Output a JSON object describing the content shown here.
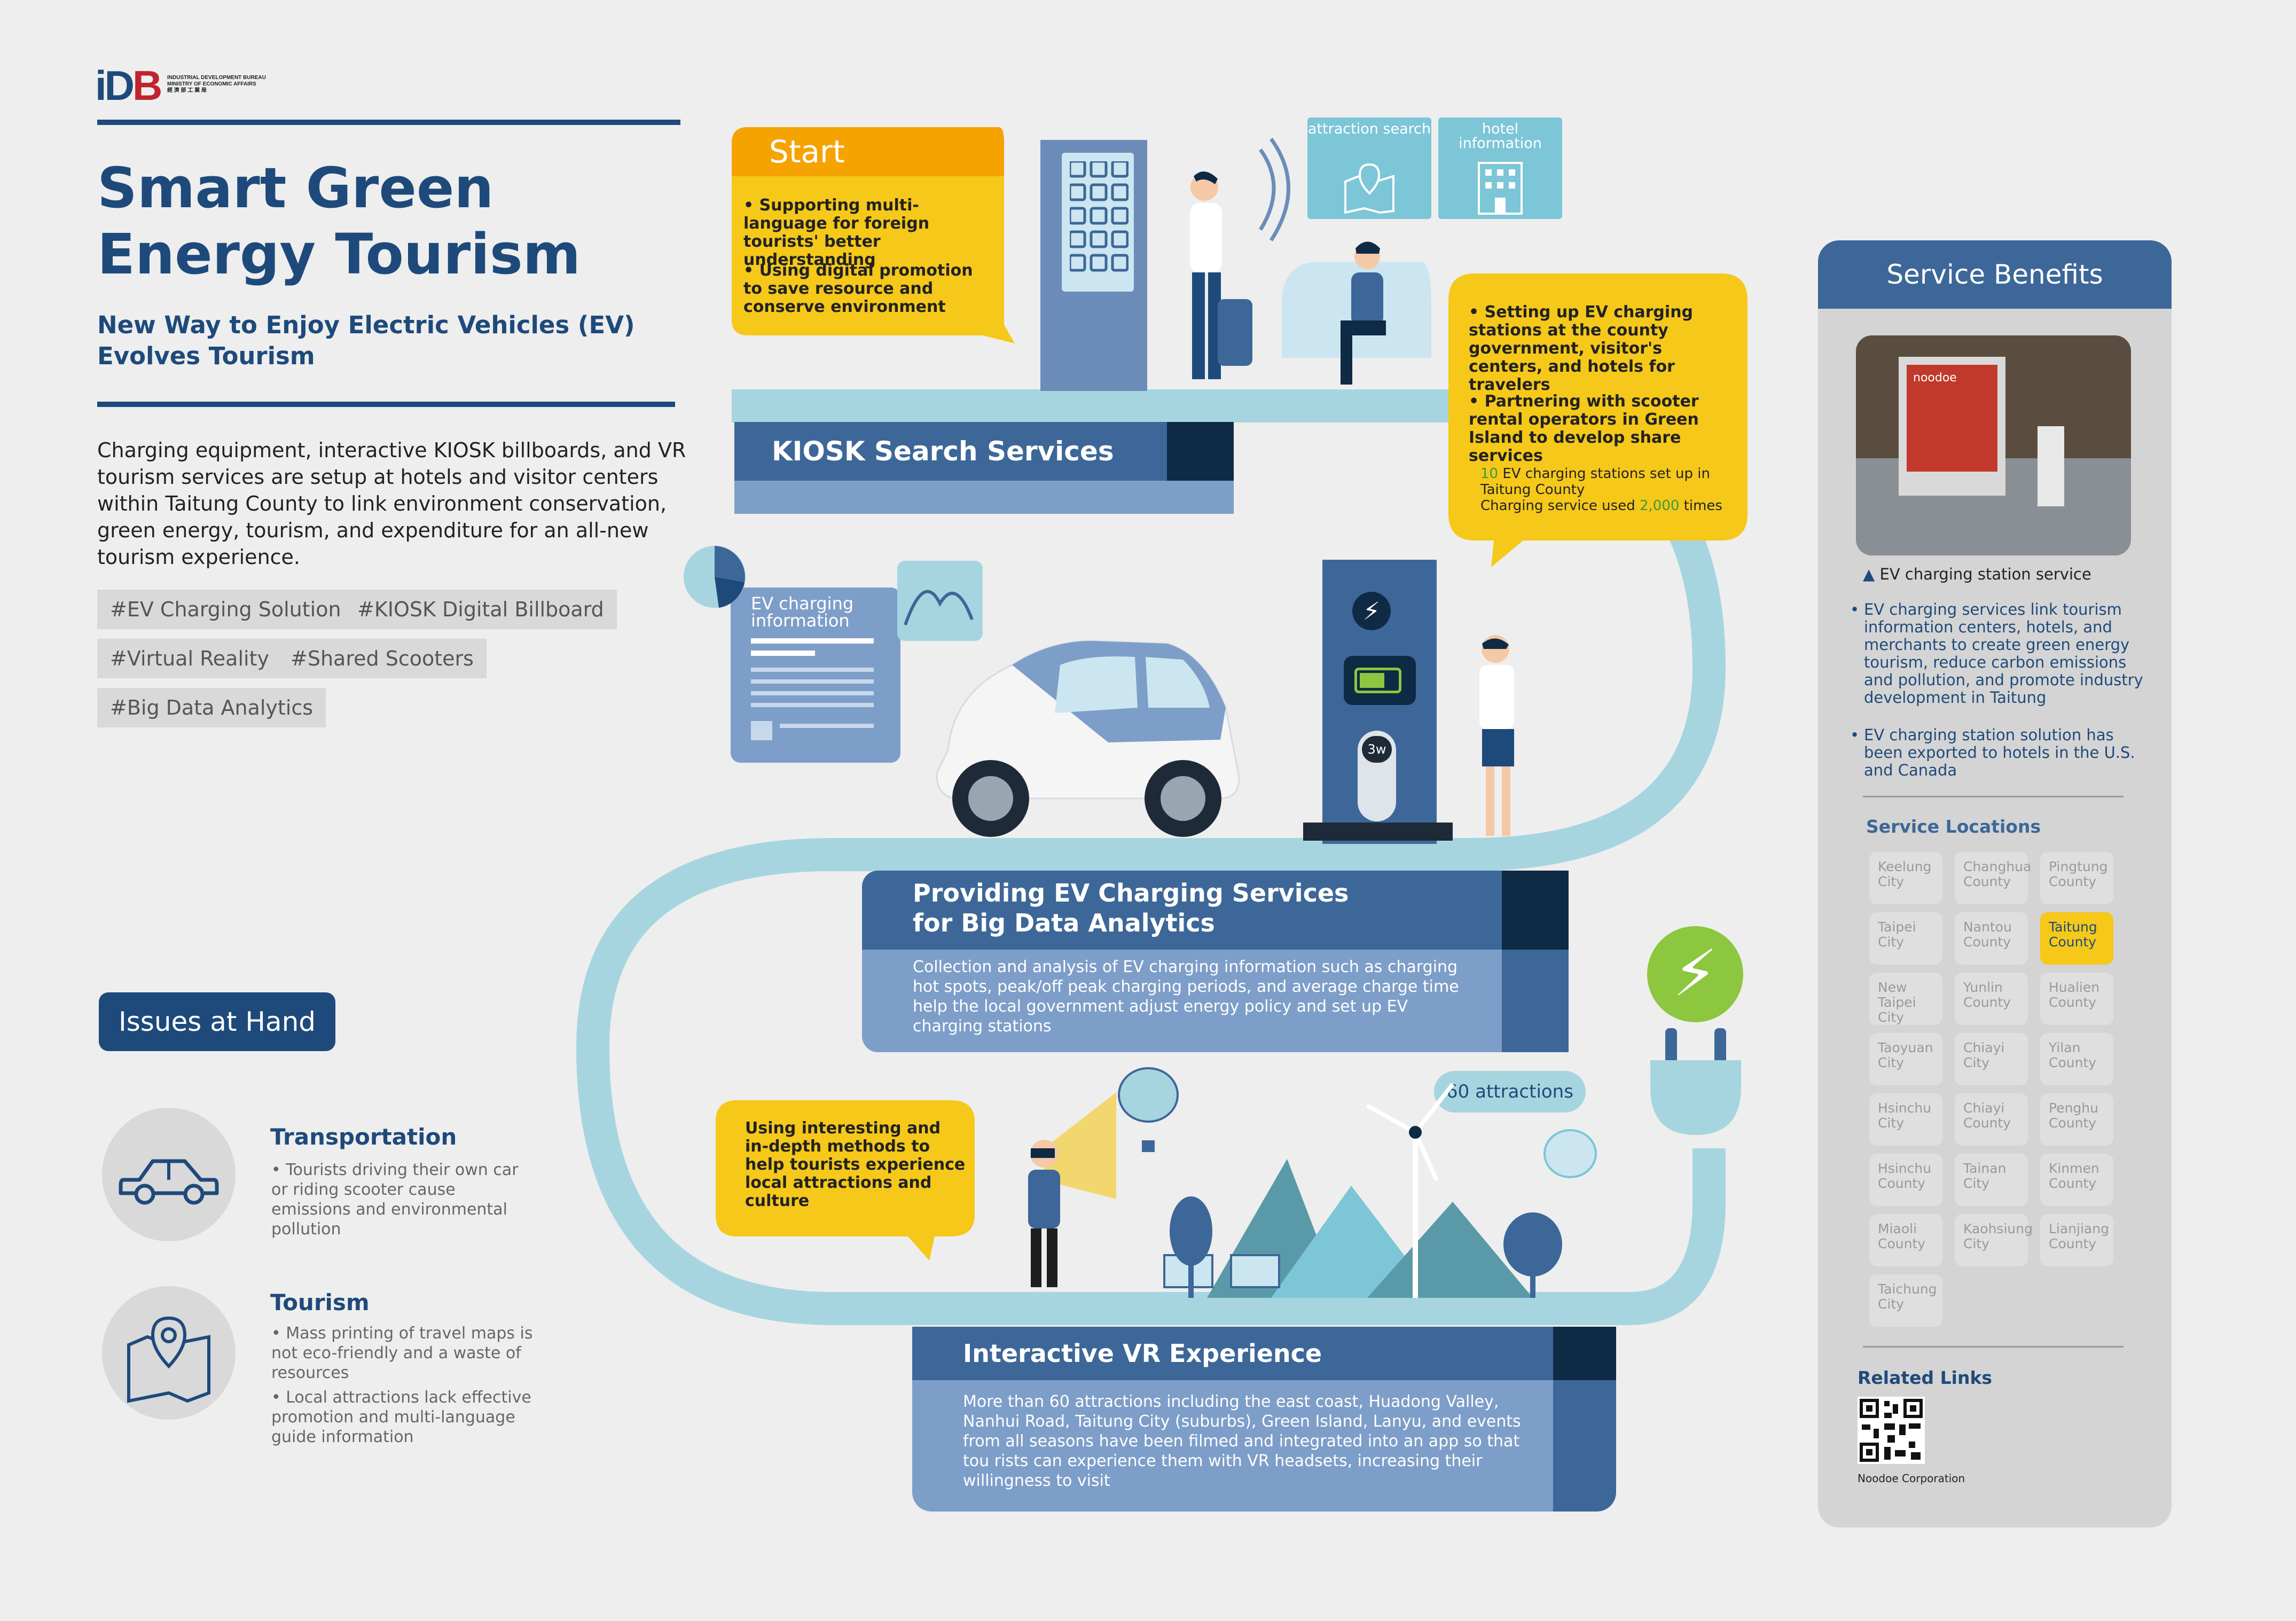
{
  "logo": {
    "mark_id": "iD",
    "mark_b": "B",
    "line1": "INDUSTRIAL DEVELOPMENT BUREAU",
    "line2": "MINISTRY OF ECONOMIC AFFAIRS",
    "line3": "經 濟 部 工 業 局"
  },
  "header": {
    "title_line1": "Smart Green",
    "title_line2": "Energy Tourism",
    "subtitle_line1": "New Way to Enjoy Electric Vehicles (EV)",
    "subtitle_line2": "Evolves Tourism",
    "intro": "Charging equipment, interactive KIOSK billboards, and VR tourism services are setup at hotels and visitor centers within Taitung County to link environment conservation, green energy, tourism, and expenditure for an all-new tourism experience."
  },
  "tags": [
    "#EV Charging Solution",
    "#KIOSK Digital Billboard",
    "#Virtual Reality",
    "#Shared Scooters",
    "#Big Data Analytics"
  ],
  "issues": {
    "button": "Issues at Hand",
    "items": [
      {
        "title": "Transportation",
        "text": "Tourists driving their own car or riding scooter cause emissions and environmental pollution",
        "icon": "car-icon"
      },
      {
        "title": "Tourism",
        "text1": "Mass printing of travel maps is not eco-friendly and a waste of resources",
        "text2": "Local attractions lack effective promotion and multi-language guide information",
        "icon": "map-pin-icon"
      }
    ]
  },
  "start": {
    "label": "Start",
    "bullet1": "Supporting multi-language for foreign tourists' better understanding",
    "bullet2": "Using digital promotion to save resource and conserve environment"
  },
  "kiosk_cards": {
    "attraction": "attraction search",
    "hotel": "hotel information"
  },
  "kiosk": {
    "title": "KIOSK Search Services"
  },
  "ev_bubble": {
    "bullet1": "Setting up EV charging stations at the county government, visitor's centers, and hotels for travelers",
    "bullet2": "Partnering with scooter rental operators in Green Island to develop share services",
    "stat1_num": "10",
    "stat1_text": " EV charging stations set up  in Taitung County",
    "stat2_text": "Charging service used ",
    "stat2_num": "2,000",
    "stat2_end": " times"
  },
  "ev_info_card": "EV charging information",
  "charger_label": "3w",
  "ev_section": {
    "title_line1": "Providing EV Charging Services",
    "title_line2": "for Big Data Analytics",
    "body": "Collection and analysis of EV charging information such as charging hot spots, peak/off peak charging periods, and average charge time help the local government adjust energy policy and set up EV charging stations"
  },
  "attractions_pill": "60 attractions",
  "vr_bubble": "Using interesting and in-depth methods to help tourists experience local attractions and culture",
  "vr_section": {
    "title": "Interactive VR Experience",
    "body": "More than 60 attractions including the east coast, Huadong Valley, Nanhui Road, Taitung City (suburbs), Green Island, Lanyu, and events from all seasons have been filmed and integrated into an app so that tou rists can experience them with VR headsets, increasing their willingness to visit"
  },
  "sidebar": {
    "title": "Service Benefits",
    "photo_sign": "noodoe",
    "photo_caption": "EV charging station service",
    "benefit1": "EV charging services link tourism information centers, hotels, and merchants to create green energy tourism, reduce carbon emissions and pollution, and promote industry development in Taitung",
    "benefit2": "EV charging station solution has been exported to hotels in the U.S. and Canada",
    "locations_title": "Service Locations",
    "locations": [
      [
        "Keelung",
        "City"
      ],
      [
        "Changhua",
        "County"
      ],
      [
        "Pingtung",
        "County"
      ],
      [
        "Taipei",
        "City"
      ],
      [
        "Nantou",
        "County"
      ],
      [
        "Taitung",
        "County"
      ],
      [
        "New Taipei",
        "City"
      ],
      [
        "Yunlin",
        "County"
      ],
      [
        "Hualien",
        "County"
      ],
      [
        "Taoyuan",
        "City"
      ],
      [
        "Chiayi",
        "City"
      ],
      [
        "Yilan",
        "County"
      ],
      [
        "Hsinchu",
        "City"
      ],
      [
        "Chiayi",
        "County"
      ],
      [
        "Penghu",
        "County"
      ],
      [
        "Hsinchu",
        "County"
      ],
      [
        "Tainan",
        "City"
      ],
      [
        "Kinmen",
        "County"
      ],
      [
        "Miaoli",
        "County"
      ],
      [
        "Kaohsiung",
        "City"
      ],
      [
        "Lianjiang",
        "County"
      ],
      [
        "Taichung",
        "City"
      ]
    ],
    "selected_location": "Taitung County",
    "related_title": "Related Links",
    "qr_caption": "Noodoe Corporation"
  },
  "colors": {
    "navy": "#1e4a7b",
    "yellow": "#f5c81a",
    "orange": "#f5a300",
    "path": "#a6d5e0",
    "green": "#8dc63f"
  }
}
